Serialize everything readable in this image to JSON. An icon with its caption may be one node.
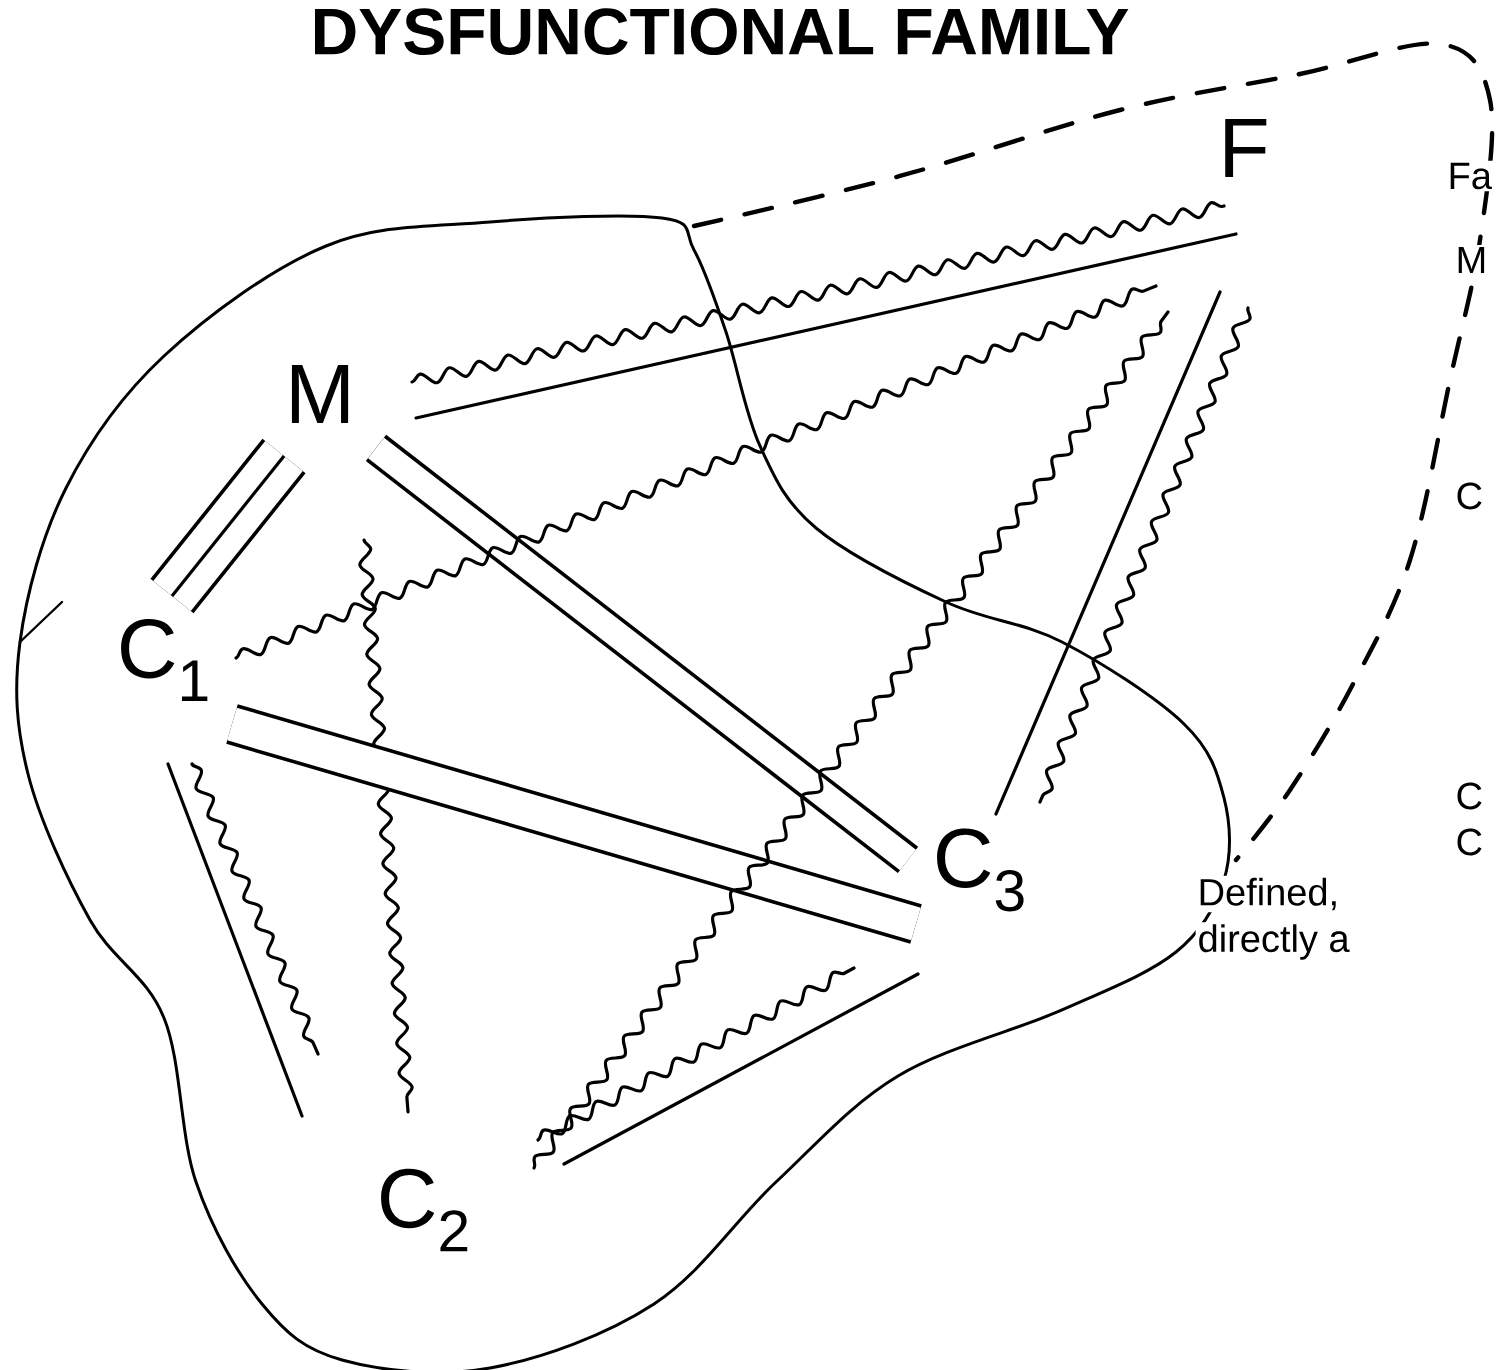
{
  "diagram": {
    "title": "DYSFUNCTIONAL FAMILY",
    "nodes": [
      {
        "text": [
          "F"
        ]
      },
      {
        "text": [
          "M"
        ]
      },
      {
        "text": [
          "C$_{1}$"
        ]
      },
      {
        "text": [
          "C$_{3}$"
        ]
      },
      {
        "text": [
          "C$_{2}$"
        ]
      }
    ],
    "edges": [
      {
        "from": 1,
        "to": 0,
        "arrow": "none"
      },
      {
        "from": 1,
        "to": 0,
        "arrow": "none"
      },
      {
        "from": 1,
        "to": 2,
        "arrow": "none",
        "style": "thick"
      },
      {
        "from": 1,
        "to": 3,
        "arrow": "none",
        "style": "thick"
      },
      {
        "from": 1,
        "to": 4,
        "arrow": "none"
      },
      {
        "from": 2,
        "to": 0,
        "arrow": "none"
      },
      {
        "from": 2,
        "to": 3,
        "arrow": "none",
        "style": "thick"
      },
      {
        "from": 2,
        "to": 4,
        "arrow": "none"
      },
      {
        "from": 2,
        "to": 4,
        "arrow": "none"
      },
      {
        "from": 4,
        "to": 0,
        "arrow": "none"
      },
      {
        "from": 4,
        "to": 3,
        "arrow": "none"
      },
      {
        "from": 4,
        "to": 3,
        "arrow": "none"
      },
      {
        "from": 0,
        "to": 3,
        "arrow": "none"
      },
      {
        "from": 0,
        "to": 3,
        "arrow": "none"
      }
    ],
    "labels": [
      "Fa",
      "M",
      "C",
      "C",
      "C",
      "Defined,",
      "directly a"
    ]
  }
}
